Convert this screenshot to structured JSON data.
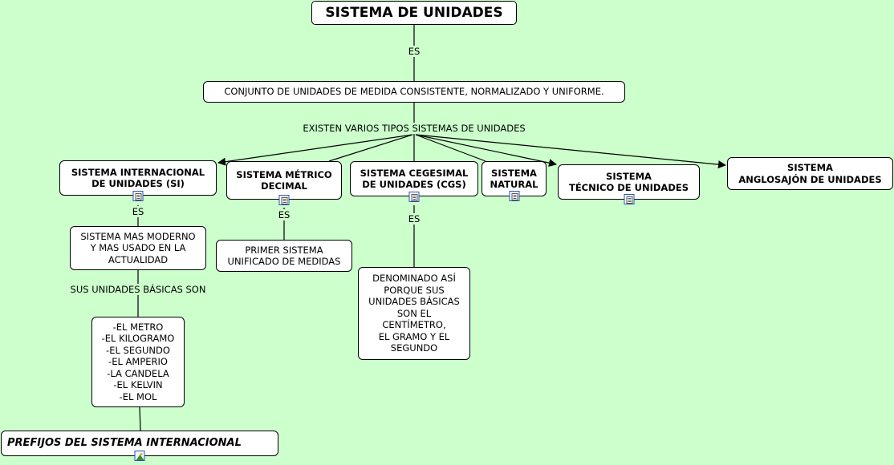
{
  "title": "SISTEMA DE UNIDADES",
  "definition": "CONJUNTO DE UNIDADES DE MEDIDA CONSISTENTE, NORMALIZADO Y UNIFORME.",
  "links": {
    "es_top": "ES",
    "existen": "EXISTEN VARIOS TIPOS SISTEMAS DE UNIDADES",
    "es_si": "ES",
    "es_metrico": "ES",
    "es_cgs": "ES",
    "unidades_basicas": "SUS UNIDADES BÁSICAS SON"
  },
  "systems": {
    "si": "SISTEMA INTERNACIONAL\nDE UNIDADES (SI)",
    "metrico": "SISTEMA MÉTRICO\nDECIMAL",
    "cgs": "SISTEMA CEGESIMAL\nDE UNIDADES (CGS)",
    "natural": "SISTEMA\nNATURAL",
    "tecnico": "SISTEMA\nTÉCNICO DE UNIDADES",
    "anglosajon": "SISTEMA\nANGLOSAJÓN DE UNIDADES"
  },
  "details": {
    "si": "SISTEMA MAS MODERNO\nY MAS USADO EN LA\nACTUALIDAD",
    "metrico": "PRIMER SISTEMA\nUNIFICADO DE MEDIDAS",
    "cgs": "DENOMINADO ASÍ\nPORQUE SUS\nUNIDADES BÁSICAS\nSON EL\nCENTÍMETRO,\nEL GRAMO Y EL\nSEGUNDO",
    "si_units": "-EL METRO\n-EL KILOGRAMO\n-EL SEGUNDO\n-EL AMPERIO\n-LA CANDELA\n-EL KELVIN\n-EL MOL"
  },
  "prefijos": "PREFIJOS DEL SISTEMA INTERNACIONAL",
  "icons": [
    "document-icon",
    "image-icon"
  ],
  "colors": {
    "background": "#ccffcc",
    "node_fill": "#ffffff",
    "line": "#000000",
    "icon_border": "#2a55b0"
  }
}
